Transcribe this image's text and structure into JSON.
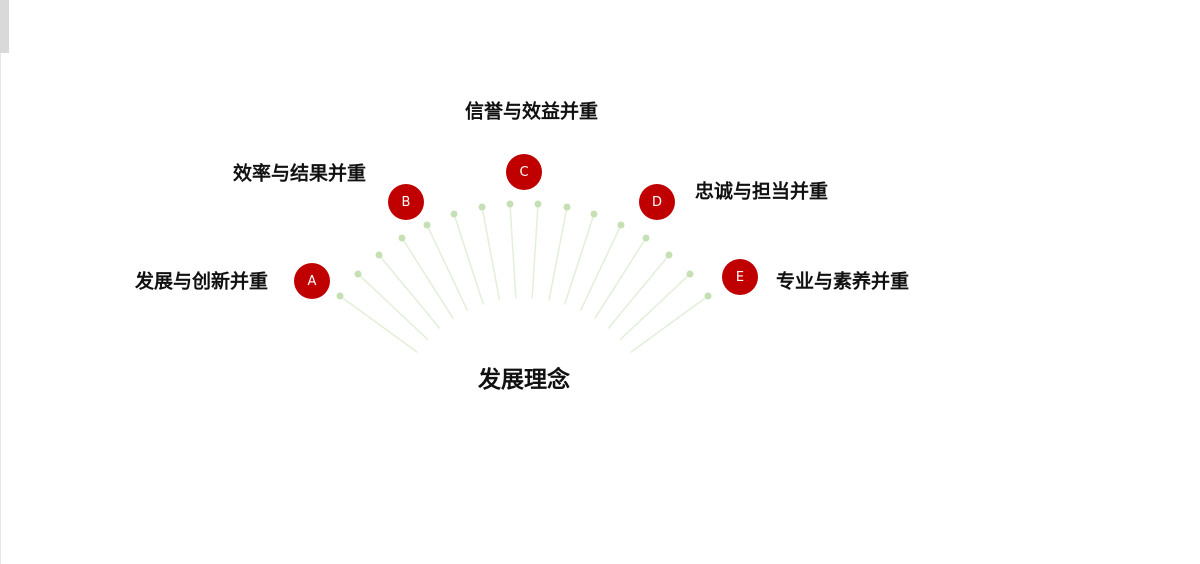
{
  "title": "发展理念",
  "colors": {
    "node": "#c00000",
    "ray": "#e2efd9",
    "dot": "#c5e0b4"
  },
  "nodes": [
    {
      "letter": "A",
      "label": "发展与创新并重"
    },
    {
      "letter": "B",
      "label": "效率与结果并重"
    },
    {
      "letter": "C",
      "label": "信誉与效益并重"
    },
    {
      "letter": "D",
      "label": "忠诚与担当并重"
    },
    {
      "letter": "E",
      "label": "专业与素养并重"
    }
  ]
}
